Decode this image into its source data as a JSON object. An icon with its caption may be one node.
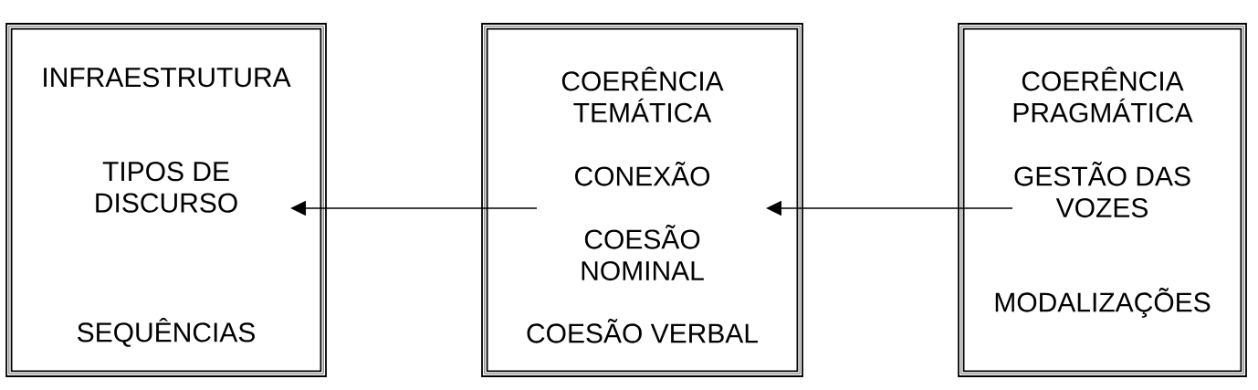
{
  "diagram": {
    "nodes": [
      {
        "text": [
          "INFRAESTRUTURA",
          "TIPOS DE DISCURSO",
          "SEQUÊNCIAS"
        ]
      },
      {
        "text": [
          "COERÊNCIA TEMÁTICA",
          "CONEXÃO",
          "COESÃO NOMINAL",
          "COESÃO VERBAL"
        ]
      },
      {
        "text": [
          "COERÊNCIA PRAGMÁTICA",
          "GESTÃO DAS VOZES",
          "MODALIZAÇÕES"
        ]
      }
    ],
    "edges": [
      {
        "from": 1,
        "to": 0,
        "arrow": "to"
      },
      {
        "from": 2,
        "to": 1,
        "arrow": "to"
      }
    ]
  }
}
